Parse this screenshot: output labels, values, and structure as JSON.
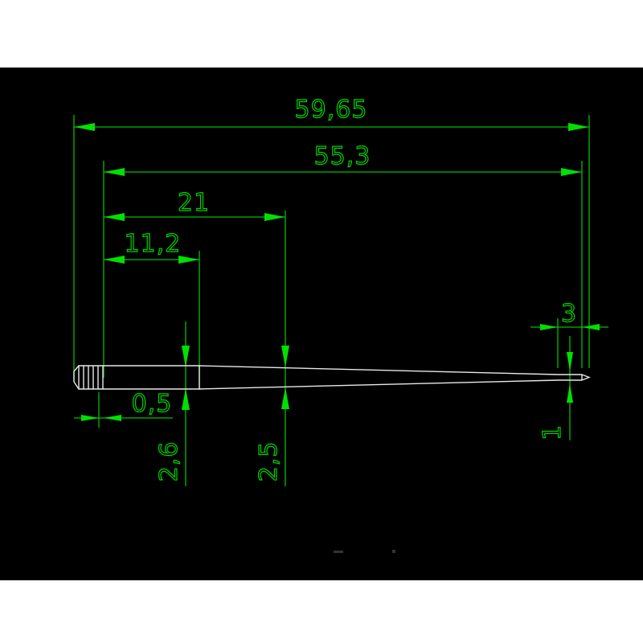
{
  "drawing": {
    "background": "#000000",
    "dimension_color": "#00c000",
    "part_color": "#e8e8e8",
    "dimensions": {
      "overall_length": "59,65",
      "body_length": "55,3",
      "taper_start": "21",
      "grip_length": "11,2",
      "groove_offset": "0,5",
      "diameter_at_grip": "2,6",
      "diameter_at_taper": "2,5",
      "tip_length": "3",
      "tip_diameter": "1"
    }
  }
}
